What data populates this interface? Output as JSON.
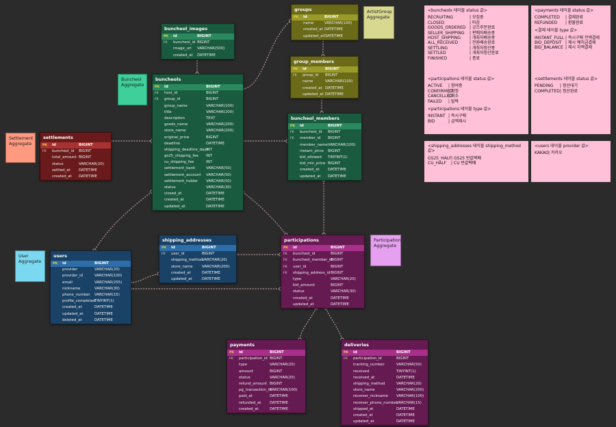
{
  "colors": {
    "background": "#2b2b2b",
    "buncheol_group": "#1f6b4a",
    "groups_group": "#7a7a1e",
    "settlements_group": "#7a2020",
    "users_group": "#1e4f7a",
    "participations_group": "#7a1f63",
    "note": "#ffc0d8",
    "connector": "#d8b0b0"
  },
  "aggregates": [
    {
      "id": "buncheol",
      "line1": "Buncheol",
      "line2": "Aggregate",
      "color": "#3ecf9a"
    },
    {
      "id": "artistgroup",
      "line1": "ArtistGroup",
      "line2": "Aggregate",
      "color": "#d8d890"
    },
    {
      "id": "settlement",
      "line1": "Settlement",
      "line2": "Aggregate",
      "color": "#ff9a80"
    },
    {
      "id": "user",
      "line1": "User",
      "line2": "Aggregate",
      "color": "#7ad8f0"
    },
    {
      "id": "participation",
      "line1": "Participation",
      "line2": "Aggregate",
      "color": "#e6a0f0"
    }
  ],
  "tables": [
    {
      "id": "buncheol_images",
      "name": "buncheol_images",
      "color": "#1f6b4a",
      "columns": [
        {
          "key": "PK",
          "name": "id",
          "type": "BIGINT"
        },
        {
          "key": "FK",
          "name": "buncheol_id",
          "type": "BIGINT"
        },
        {
          "key": "",
          "name": "image_url",
          "type": "VARCHAR(500)"
        },
        {
          "key": "",
          "name": "created_at",
          "type": "DATETIME"
        }
      ]
    },
    {
      "id": "groups",
      "name": "groups",
      "color": "#7a7a1e",
      "columns": [
        {
          "key": "PK",
          "name": "id",
          "type": "BIGINT"
        },
        {
          "key": "",
          "name": "name",
          "type": "VARCHAR(100)"
        },
        {
          "key": "",
          "name": "created_at",
          "type": "DATETIME"
        },
        {
          "key": "",
          "name": "updated_at",
          "type": "DATETIME"
        }
      ]
    },
    {
      "id": "group_members",
      "name": "group_members",
      "color": "#7a7a1e",
      "columns": [
        {
          "key": "PK",
          "name": "id",
          "type": "BIGINT"
        },
        {
          "key": "FK",
          "name": "group_id",
          "type": "BIGINT"
        },
        {
          "key": "",
          "name": "name",
          "type": "VARCHAR(100)"
        },
        {
          "key": "",
          "name": "created_at",
          "type": "DATETIME"
        },
        {
          "key": "",
          "name": "updated_at",
          "type": "DATETIME"
        }
      ]
    },
    {
      "id": "buncheols",
      "name": "buncheols",
      "color": "#1f6b4a",
      "columns": [
        {
          "key": "PK",
          "name": "id",
          "type": "BIGINT"
        },
        {
          "key": "FK",
          "name": "host_id",
          "type": "BIGINT"
        },
        {
          "key": "FK",
          "name": "group_id",
          "type": "BIGINT"
        },
        {
          "key": "",
          "name": "group_name",
          "type": "VARCHAR(100)"
        },
        {
          "key": "",
          "name": "title",
          "type": "VARCHAR(200)"
        },
        {
          "key": "",
          "name": "description",
          "type": "TEXT"
        },
        {
          "key": "",
          "name": "goods_name",
          "type": "VARCHAR(200)"
        },
        {
          "key": "",
          "name": "store_name",
          "type": "VARCHAR(200)"
        },
        {
          "key": "",
          "name": "original_price",
          "type": "BIGINT"
        },
        {
          "key": "",
          "name": "deadline",
          "type": "DATETIME"
        },
        {
          "key": "",
          "name": "shipping_deadline_days",
          "type": "INT"
        },
        {
          "key": "",
          "name": "gs25_shipping_fee",
          "type": "INT"
        },
        {
          "key": "",
          "name": "cu_shipping_fee",
          "type": "INT"
        },
        {
          "key": "",
          "name": "settlement_bank",
          "type": "VARCHAR(50)"
        },
        {
          "key": "",
          "name": "settlement_account",
          "type": "VARCHAR(50)"
        },
        {
          "key": "",
          "name": "settlement_holder",
          "type": "VARCHAR(50)"
        },
        {
          "key": "",
          "name": "status",
          "type": "VARCHAR(30)"
        },
        {
          "key": "",
          "name": "closed_at",
          "type": "DATETIME"
        },
        {
          "key": "",
          "name": "created_at",
          "type": "DATETIME"
        },
        {
          "key": "",
          "name": "updated_at",
          "type": "DATETIME"
        }
      ]
    },
    {
      "id": "settlements",
      "name": "settlements",
      "color": "#7a2020",
      "columns": [
        {
          "key": "PK",
          "name": "id",
          "type": "BIGINT"
        },
        {
          "key": "FK",
          "name": "buncheol_id",
          "type": "BIGINT"
        },
        {
          "key": "",
          "name": "total_amount",
          "type": "BIGINT"
        },
        {
          "key": "",
          "name": "status",
          "type": "VARCHAR(20)"
        },
        {
          "key": "",
          "name": "settled_at",
          "type": "DATETIME"
        },
        {
          "key": "",
          "name": "created_at",
          "type": "DATETIME"
        }
      ]
    },
    {
      "id": "buncheol_members",
      "name": "buncheol_members",
      "color": "#1f6b4a",
      "columns": [
        {
          "key": "PK",
          "name": "id",
          "type": "BIGINT"
        },
        {
          "key": "FK",
          "name": "buncheol_id",
          "type": "BIGINT"
        },
        {
          "key": "FK",
          "name": "member_id",
          "type": "BIGINT"
        },
        {
          "key": "",
          "name": "member_name",
          "type": "VARCHAR(100)"
        },
        {
          "key": "",
          "name": "instant_price",
          "type": "BIGINT"
        },
        {
          "key": "",
          "name": "bid_allowed",
          "type": "TINYINT(1)"
        },
        {
          "key": "",
          "name": "bid_min_price",
          "type": "BIGINT"
        },
        {
          "key": "",
          "name": "created_at",
          "type": "DATETIME"
        },
        {
          "key": "",
          "name": "updated_at",
          "type": "DATETIME"
        }
      ]
    },
    {
      "id": "users",
      "name": "users",
      "color": "#1e4f7a",
      "columns": [
        {
          "key": "PK",
          "name": "id",
          "type": "BIGINT"
        },
        {
          "key": "",
          "name": "provider",
          "type": "VARCHAR(20)"
        },
        {
          "key": "",
          "name": "provider_id",
          "type": "VARCHAR(100)"
        },
        {
          "key": "",
          "name": "email",
          "type": "VARCHAR(255)"
        },
        {
          "key": "",
          "name": "nickname",
          "type": "VARCHAR(30)"
        },
        {
          "key": "",
          "name": "phone_number",
          "type": "VARCHAR(15)"
        },
        {
          "key": "",
          "name": "profile_completed",
          "type": "TINYINT(1)"
        },
        {
          "key": "",
          "name": "created_at",
          "type": "DATETIME"
        },
        {
          "key": "",
          "name": "updated_at",
          "type": "DATETIME"
        },
        {
          "key": "",
          "name": "deleted_at",
          "type": "DATETIME"
        }
      ]
    },
    {
      "id": "shipping_addresses",
      "name": "shipping_addresses",
      "color": "#1e4f7a",
      "columns": [
        {
          "key": "PK",
          "name": "id",
          "type": "BIGINT"
        },
        {
          "key": "FK",
          "name": "user_id",
          "type": "BIGINT"
        },
        {
          "key": "",
          "name": "shipping_method",
          "type": "VARCHAR(20)"
        },
        {
          "key": "",
          "name": "store_name",
          "type": "VARCHAR(200)"
        },
        {
          "key": "",
          "name": "created_at",
          "type": "DATETIME"
        },
        {
          "key": "",
          "name": "updated_at",
          "type": "DATETIME"
        }
      ]
    },
    {
      "id": "participations",
      "name": "participations",
      "color": "#7a1f63",
      "columns": [
        {
          "key": "PK",
          "name": "id",
          "type": "BIGINT"
        },
        {
          "key": "FK",
          "name": "buncheol_id",
          "type": "BIGINT"
        },
        {
          "key": "FK",
          "name": "buncheol_member_id",
          "type": "BIGINT"
        },
        {
          "key": "FK",
          "name": "user_id",
          "type": "BIGINT"
        },
        {
          "key": "FK",
          "name": "shipping_address_id",
          "type": "BIGINT"
        },
        {
          "key": "",
          "name": "type",
          "type": "VARCHAR(20)"
        },
        {
          "key": "",
          "name": "bid_amount",
          "type": "BIGINT"
        },
        {
          "key": "",
          "name": "status",
          "type": "VARCHAR(30)"
        },
        {
          "key": "",
          "name": "created_at",
          "type": "DATETIME"
        },
        {
          "key": "",
          "name": "updated_at",
          "type": "DATETIME"
        }
      ]
    },
    {
      "id": "payments",
      "name": "payments",
      "color": "#7a1f63",
      "columns": [
        {
          "key": "PK",
          "name": "id",
          "type": "BIGINT"
        },
        {
          "key": "FK",
          "name": "participation_id",
          "type": "BIGINT"
        },
        {
          "key": "",
          "name": "type",
          "type": "VARCHAR(20)"
        },
        {
          "key": "",
          "name": "amount",
          "type": "BIGINT"
        },
        {
          "key": "",
          "name": "status",
          "type": "VARCHAR(20)"
        },
        {
          "key": "",
          "name": "refund_amount",
          "type": "BIGINT"
        },
        {
          "key": "",
          "name": "pg_transaction_id",
          "type": "VARCHAR(100)"
        },
        {
          "key": "",
          "name": "paid_at",
          "type": "DATETIME"
        },
        {
          "key": "",
          "name": "refunded_at",
          "type": "DATETIME"
        },
        {
          "key": "",
          "name": "created_at",
          "type": "DATETIME"
        }
      ]
    },
    {
      "id": "deliveries",
      "name": "deliveries",
      "color": "#7a1f63",
      "columns": [
        {
          "key": "PK",
          "name": "id",
          "type": "BIGINT"
        },
        {
          "key": "FK",
          "name": "participation_id",
          "type": "BIGINT"
        },
        {
          "key": "",
          "name": "tracking_number",
          "type": "VARCHAR(50)"
        },
        {
          "key": "",
          "name": "received",
          "type": "TINYINT(1)"
        },
        {
          "key": "",
          "name": "received_at",
          "type": "DATETIME"
        },
        {
          "key": "",
          "name": "shipping_method",
          "type": "VARCHAR(20)"
        },
        {
          "key": "",
          "name": "store_name",
          "type": "VARCHAR(200)"
        },
        {
          "key": "",
          "name": "receiver_nickname",
          "type": "VARCHAR(100)"
        },
        {
          "key": "",
          "name": "receiver_phone_number",
          "type": "VARCHAR(15)"
        },
        {
          "key": "",
          "name": "shipped_at",
          "type": "DATETIME"
        },
        {
          "key": "",
          "name": "created_at",
          "type": "DATETIME"
        },
        {
          "key": "",
          "name": "updated_at",
          "type": "DATETIME"
        }
      ]
    }
  ],
  "notes": [
    {
      "id": "buncheols_status",
      "title": "<buncheols 테이블 status 값>",
      "sections": [
        {
          "heading": "",
          "items": [
            [
              "RECRUITING",
              "모집중"
            ],
            [
              "CLOSED",
              "마감"
            ],
            [
              "GOODS_ORDERED",
              "굿즈주문완료"
            ],
            [
              "SELLER_SHIPPING",
              "판매자배송중"
            ],
            [
              "HOST_SHIPPING",
              "개최자배송중"
            ],
            [
              "ALL_RECEIVED",
              "전원배송완료"
            ],
            [
              "SETTLING",
              "개최자정산중"
            ],
            [
              "SETTLED",
              "개최자정산완료"
            ],
            [
              "FINISHED",
              "종료"
            ]
          ]
        }
      ]
    },
    {
      "id": "payments_status",
      "title": "<payments 테이블 status 값>",
      "sections": [
        {
          "heading": "",
          "items": [
            [
              "COMPLETED",
              "결제완료"
            ],
            [
              "REFUNDED",
              "환불완료"
            ]
          ]
        },
        {
          "heading": "<결제 테이블 type 값>",
          "items": [
            [
              "INSTANT_FULL",
              "즉시구매 전액결제"
            ],
            [
              "BID_DEPOSIT",
              "제시 예치금결제"
            ],
            [
              "BID_BALANCE",
              "제시 차액결제"
            ]
          ]
        }
      ]
    },
    {
      "id": "participations_status",
      "title": "<participations 테이블 status 값>",
      "sections": [
        {
          "heading": "",
          "items": [
            [
              "ACTIVE",
              "참여중"
            ],
            [
              "CONFIRMED",
              "확정"
            ],
            [
              "CANCELLED",
              "취소"
            ],
            [
              "FAILED",
              "탈락"
            ]
          ]
        },
        {
          "heading": "<participations 테이블 type 값>",
          "items": [
            [
              "INSTANT",
              "즉시구매"
            ],
            [
              "BID",
              "금액제시"
            ]
          ]
        }
      ]
    },
    {
      "id": "settlements_status",
      "title": "<settlements 테이블 status 값>",
      "sections": [
        {
          "heading": "",
          "items": [
            [
              "PENDING",
              "정산대기"
            ],
            [
              "COMPLETED",
              "정산완료"
            ]
          ]
        }
      ]
    },
    {
      "id": "shipping_method",
      "title": "<shipping_addresses 테이블 shipping_method 값>",
      "sections": [
        {
          "heading": "",
          "items": [
            [
              "GS25_HALF",
              "GS25 반값택배"
            ],
            [
              "CU_HALF",
              "CU 반값택배"
            ]
          ]
        }
      ]
    },
    {
      "id": "users_provider",
      "title": "<users 테이블 provider 값>",
      "sections": [
        {
          "heading": "",
          "items": [
            [
              "KAKAO",
              "카카오"
            ]
          ]
        }
      ]
    }
  ]
}
